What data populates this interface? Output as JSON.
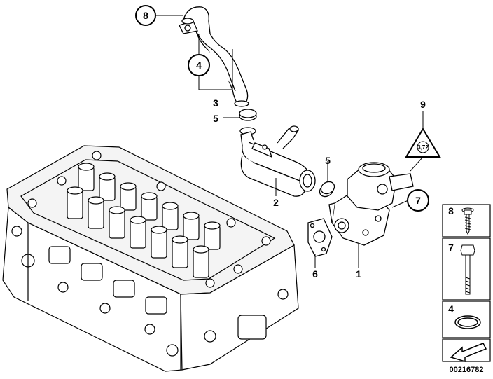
{
  "callouts": {
    "c1": "1",
    "c2": "2",
    "c3": "3",
    "c4": "4",
    "c5a": "5",
    "c5b": "5",
    "c6": "6",
    "c7": "7",
    "c8": "8",
    "c9": "9"
  },
  "warning_sign_text": "3,72",
  "legend": {
    "items": [
      {
        "num": "8",
        "part": "screw-with-washer-icon"
      },
      {
        "num": "7",
        "part": "hex-bolt-icon"
      },
      {
        "num": "4",
        "part": "o-ring-icon"
      }
    ],
    "arrow": "direction-arrow-icon"
  },
  "diagram_id": "00216782",
  "colors": {
    "line": "#000000",
    "background": "#ffffff",
    "shade": "#d9d9d9"
  }
}
